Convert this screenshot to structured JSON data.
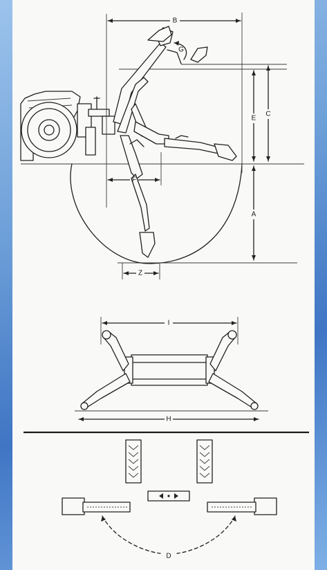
{
  "dimensions": {
    "top_view": {
      "A": "A",
      "B": "B",
      "C": "C",
      "E": "E",
      "F": "F",
      "G": "G",
      "Z": "Z"
    },
    "stabilizer_view": {
      "H": "H",
      "I": "I"
    },
    "plan_view": {
      "D": "D"
    }
  },
  "colors": {
    "background": "#6d9fd8",
    "paper": "#f9f9f7",
    "ink": "#1f1f1f"
  }
}
